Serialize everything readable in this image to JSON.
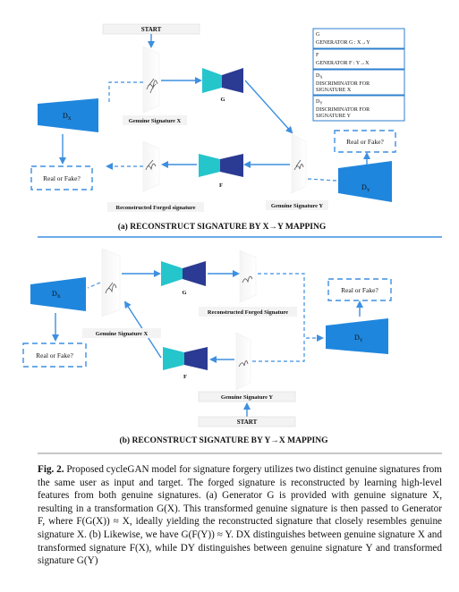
{
  "panel_a": {
    "start": "START",
    "generator_g": "G",
    "generator_f": "F",
    "disc_x": "D",
    "disc_x_sub": "X",
    "disc_y": "D",
    "disc_y_sub": "Y",
    "real_fake_left": "Real or Fake?",
    "real_fake_right": "Real or Fake?",
    "genuine_x": "Genuine Signature X",
    "genuine_y": "Genuine Signature Y",
    "reconstructed": "Reconstructed Forged signature",
    "caption": "(a) RECONSTRUCT SIGNATURE BY X→Y MAPPING"
  },
  "legend": [
    {
      "symbol": "G",
      "text": "GENERATOR G : X→Y"
    },
    {
      "symbol": "F",
      "text": "GENERATOR F : Y→X"
    },
    {
      "symbol": "D",
      "sub": "X",
      "text": "DISCRIMINATOR FOR",
      "text2": "SIGNATURE X"
    },
    {
      "symbol": "D",
      "sub": "Y",
      "text": "DISCRIMINATOR FOR",
      "text2": "SIGNATURE Y"
    }
  ],
  "panel_b": {
    "start": "START",
    "generator_g": "G",
    "generator_f": "F",
    "disc_x": "D",
    "disc_x_sub": "X",
    "disc_y": "D",
    "disc_y_sub": "Y",
    "real_fake_left": "Real or Fake?",
    "real_fake_right": "Real or Fake?",
    "genuine_x": "Genuine Signature X",
    "genuine_y": "Genuine Signature Y",
    "reconstructed": "Reconstructed Forged Signature",
    "caption": "(b) RECONSTRUCT SIGNATURE BY Y→X MAPPING"
  },
  "figure_caption": {
    "label": "Fig. 2.",
    "text": " Proposed cycleGAN model for signature forgery utilizes two distinct genuine signatures from the same user as input and target. The forged signature is reconstructed by learning high-level features from both genuine signatures. (a) Generator G is provided with genuine signature X, resulting in a transformation G(X). This transformed genuine signature is then passed to Generator F, where F(G(X)) ≈ X, ideally yielding the reconstructed signature that closely resembles genuine signature X. (b) Likewise, we have G(F(Y)) ≈ Y. DX distinguishes between genuine signature X and transformed signature F(X), while DY distinguishes between genuine signature Y and transformed signature G(Y)"
  },
  "colors": {
    "arrow": "#3d8fe0",
    "gen_teal": "#25c5cc",
    "gen_navy": "#2b3a92",
    "disc_blue": "#1f86dd",
    "dashed": "#3d8fe0",
    "legend_border": "#2f7fd0"
  }
}
